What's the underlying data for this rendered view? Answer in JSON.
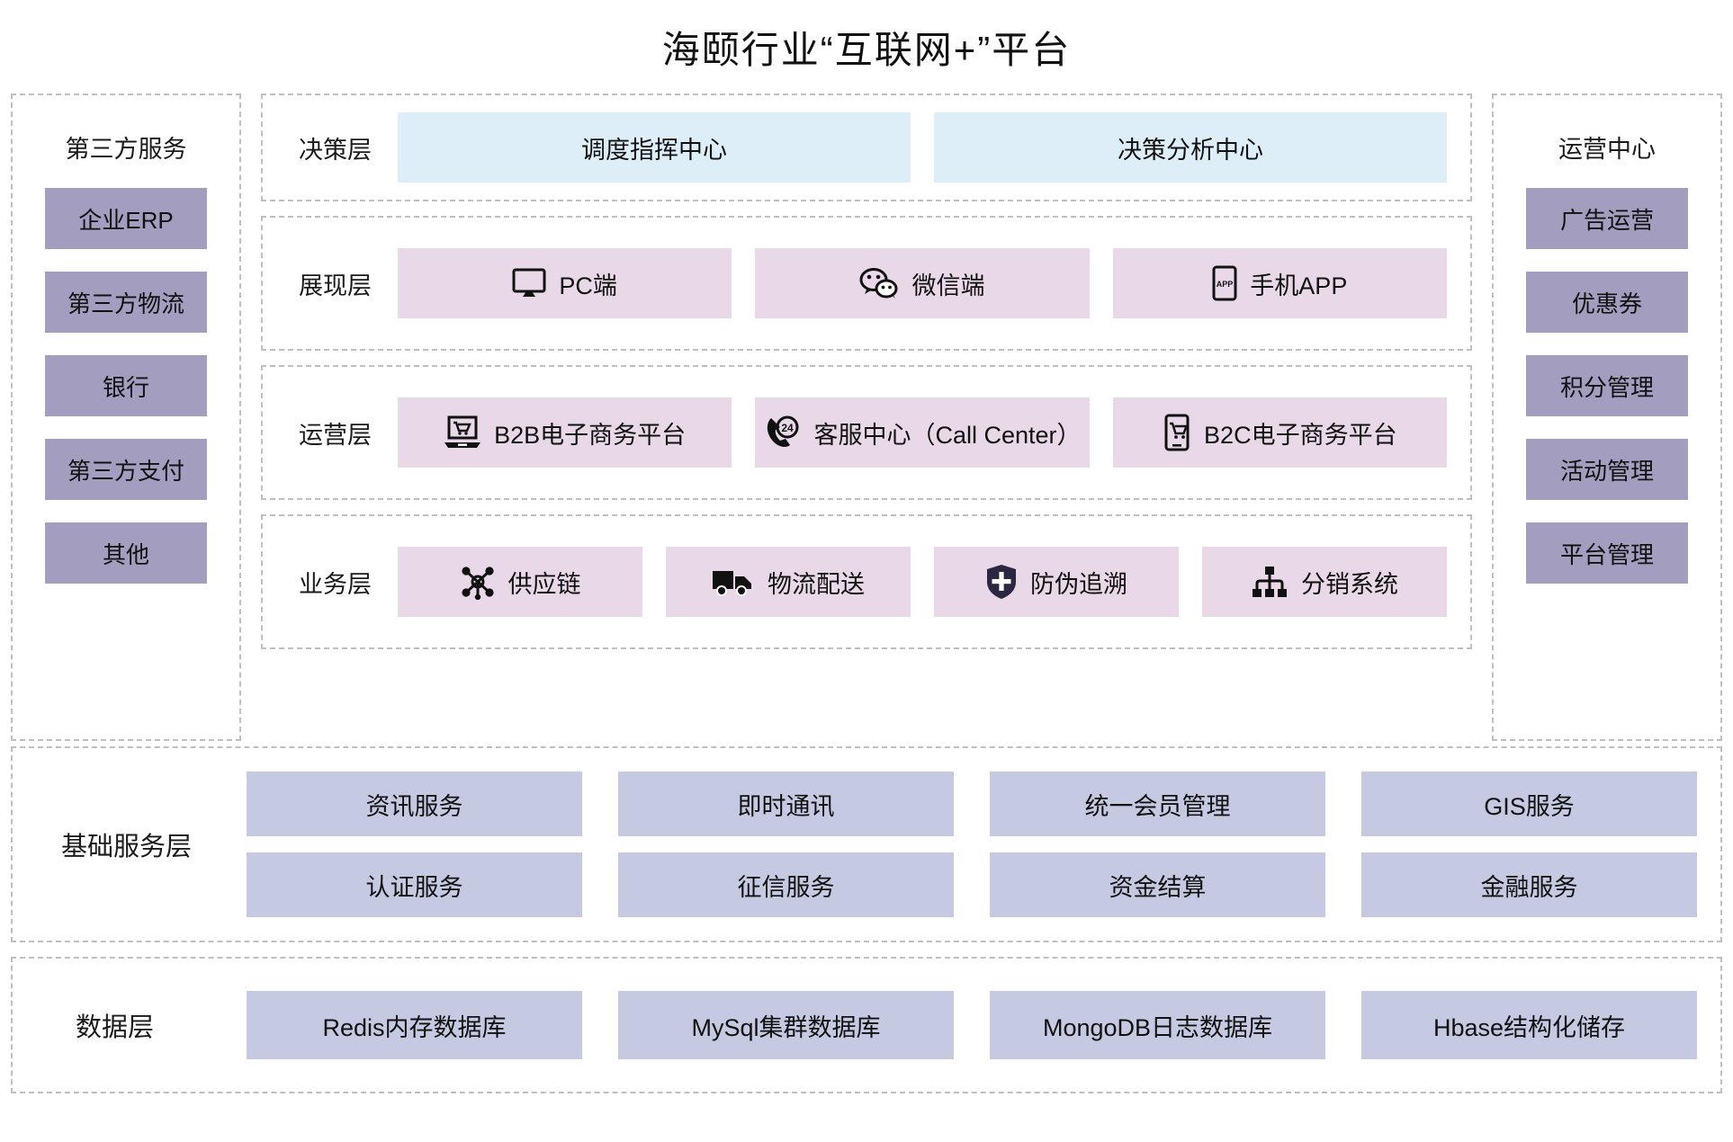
{
  "title": "海颐行业“互联网+”平台",
  "colors": {
    "decision_cell": "#ddeef8",
    "layer_cell": "#e8d8e8",
    "side_item": "#a39dc0",
    "base_cell": "#c5c9e2",
    "dashed_border": "#bfbfbf"
  },
  "left_panel": {
    "title": "第三方服务",
    "items": [
      {
        "label": "企业ERP"
      },
      {
        "label": "第三方物流"
      },
      {
        "label": "银行"
      },
      {
        "label": "第三方支付"
      },
      {
        "label": "其他"
      }
    ]
  },
  "right_panel": {
    "title": "运营中心",
    "items": [
      {
        "label": "广告运营"
      },
      {
        "label": "优惠券"
      },
      {
        "label": "积分管理"
      },
      {
        "label": "活动管理"
      },
      {
        "label": "平台管理"
      }
    ]
  },
  "layers": {
    "decision": {
      "label": "决策层",
      "cells": [
        {
          "label": "调度指挥中心",
          "icon": "none"
        },
        {
          "label": "决策分析中心",
          "icon": "none"
        }
      ]
    },
    "presentation": {
      "label": "展现层",
      "cells": [
        {
          "label": "PC端",
          "icon": "monitor-icon"
        },
        {
          "label": "微信端",
          "icon": "wechat-icon"
        },
        {
          "label": "手机APP",
          "icon": "mobile-app-icon"
        }
      ]
    },
    "operation": {
      "label": "运营层",
      "cells": [
        {
          "label": "B2B电子商务平台",
          "icon": "laptop-cart-icon"
        },
        {
          "label": "客服中心（Call Center）",
          "icon": "phone-24-icon"
        },
        {
          "label": "B2C电子商务平台",
          "icon": "mobile-cart-icon"
        }
      ]
    },
    "business": {
      "label": "业务层",
      "cells": [
        {
          "label": "供应链",
          "icon": "supply-chain-icon"
        },
        {
          "label": "物流配送",
          "icon": "truck-icon"
        },
        {
          "label": "防伪追溯",
          "icon": "shield-icon"
        },
        {
          "label": "分销系统",
          "icon": "hierarchy-icon"
        }
      ]
    }
  },
  "base_service": {
    "label": "基础服务层",
    "rows": [
      [
        {
          "label": "资讯服务"
        },
        {
          "label": "即时通讯"
        },
        {
          "label": "统一会员管理"
        },
        {
          "label": "GIS服务"
        }
      ],
      [
        {
          "label": "认证服务"
        },
        {
          "label": "征信服务"
        },
        {
          "label": "资金结算"
        },
        {
          "label": "金融服务"
        }
      ]
    ]
  },
  "data_layer": {
    "label": "数据层",
    "items": [
      {
        "label": "Redis内存数据库"
      },
      {
        "label": "MySql集群数据库"
      },
      {
        "label": "MongoDB日志数据库"
      },
      {
        "label": "Hbase结构化储存"
      }
    ]
  }
}
